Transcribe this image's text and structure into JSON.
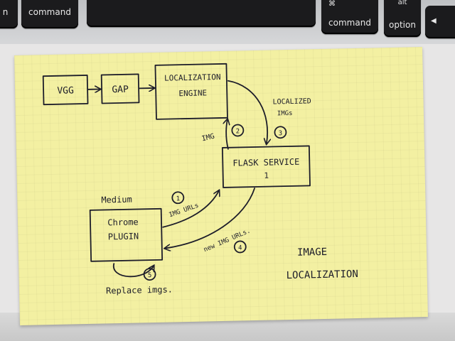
{
  "keyboard": {
    "key_left": "n",
    "key_command_left": "command",
    "key_command_symbol": "⌘",
    "key_command_right": "command",
    "key_alt": "alt",
    "key_option": "option",
    "key_arrow": "◀"
  },
  "diagram": {
    "nodes": {
      "vgg": "VGG",
      "gap": "GAP",
      "engine_line1": "LOCALIZATION",
      "engine_line2": "ENGINE",
      "flask_line1": "FLASK SERVICE",
      "flask_line2": "1",
      "plugin_line1": "Chrome",
      "plugin_line2": "PLUGIN"
    },
    "labels": {
      "img": "IMG",
      "step2": "2",
      "localized_line1": "LOCALIZED",
      "localized_line2": "IMGs",
      "step3": "3",
      "medium": "Medium",
      "img_urls": "IMG URLs",
      "step1": "1",
      "new_img_urls": "new IMG URLs.",
      "step4": "4",
      "step5": "5",
      "replace_imgs": "Replace imgs.",
      "title_line1": "IMAGE",
      "title_line2": "LOCALIZATION"
    }
  }
}
